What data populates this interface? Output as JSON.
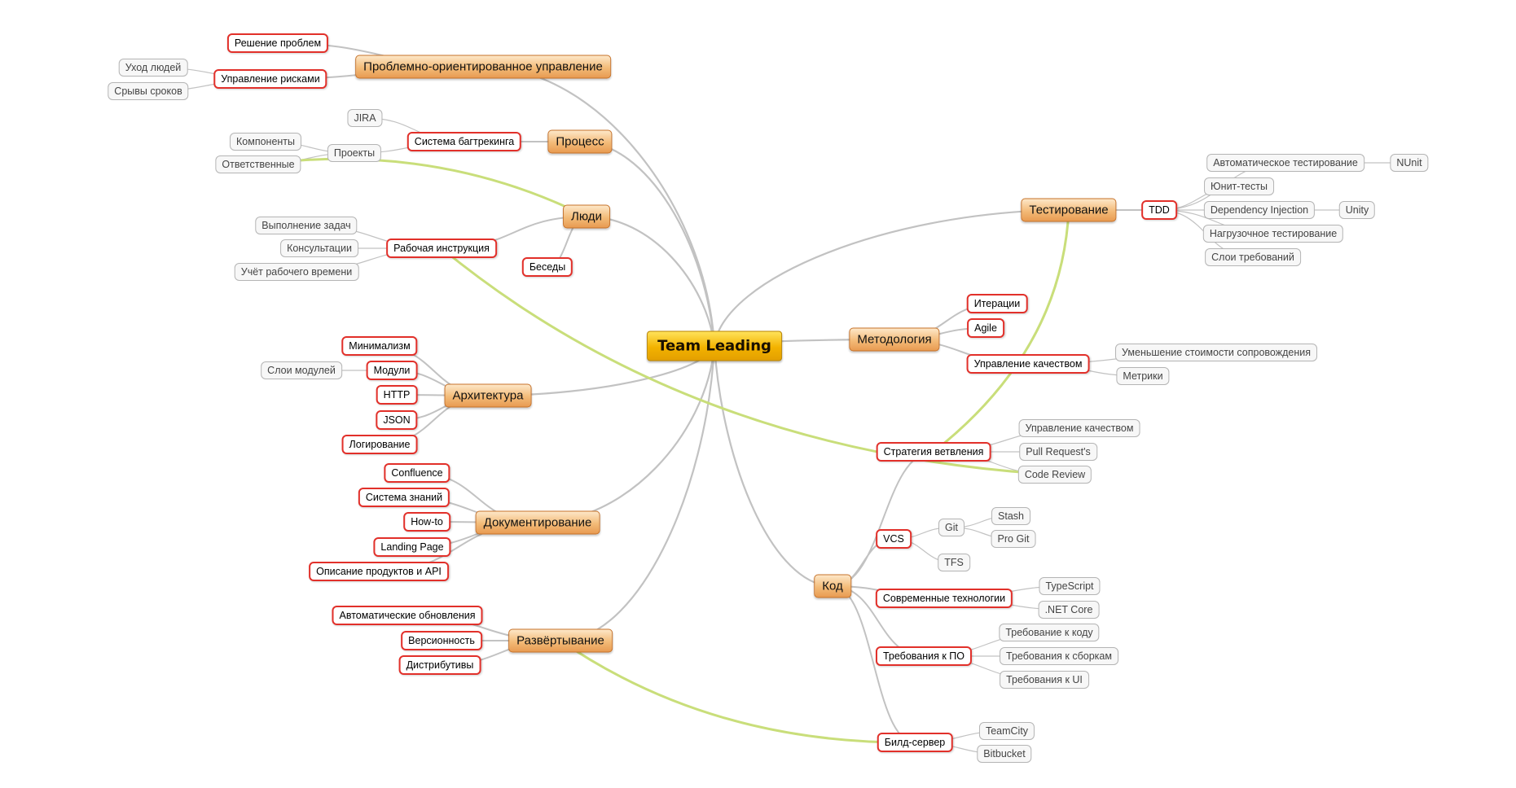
{
  "root": {
    "id": "root",
    "label": "Team Leading"
  },
  "branches": [
    {
      "id": "problem",
      "label": "Проблемно-ориентированное управление",
      "side": "left",
      "children": [
        {
          "id": "problem_solve",
          "label": "Решение проблем",
          "children": []
        },
        {
          "id": "risk",
          "label": "Управление рисками",
          "children": [
            {
              "id": "risk_people",
              "label": "Уход людей"
            },
            {
              "id": "risk_deadlines",
              "label": "Срывы сроков"
            }
          ]
        }
      ]
    },
    {
      "id": "process",
      "label": "Процесс",
      "side": "left",
      "children": [
        {
          "id": "bugtracker",
          "label": "Система багтрекинга",
          "children": [
            {
              "id": "jira",
              "label": "JIRA"
            },
            {
              "id": "projects",
              "label": "Проекты",
              "children": [
                {
                  "id": "components",
                  "label": "Компоненты"
                },
                {
                  "id": "responsible",
                  "label": "Ответственные"
                }
              ]
            }
          ]
        }
      ]
    },
    {
      "id": "people",
      "label": "Люди",
      "side": "left",
      "children": [
        {
          "id": "instruction",
          "label": "Рабочая инструкция",
          "children": [
            {
              "id": "tasks",
              "label": "Выполнение задач"
            },
            {
              "id": "consult",
              "label": "Консультации"
            },
            {
              "id": "timelog",
              "label": "Учёт рабочего времени"
            }
          ]
        },
        {
          "id": "talks",
          "label": "Беседы",
          "children": []
        }
      ]
    },
    {
      "id": "arch",
      "label": "Архитектура",
      "side": "left",
      "children": [
        {
          "id": "minimalism",
          "label": "Минимализм",
          "children": []
        },
        {
          "id": "modules",
          "label": "Модули",
          "children": [
            {
              "id": "module_layers",
              "label": "Слои модулей"
            }
          ]
        },
        {
          "id": "http",
          "label": "HTTP",
          "children": []
        },
        {
          "id": "json",
          "label": "JSON",
          "children": []
        },
        {
          "id": "logging",
          "label": "Логирование",
          "children": []
        }
      ]
    },
    {
      "id": "docs",
      "label": "Документирование",
      "side": "left",
      "children": [
        {
          "id": "confluence",
          "label": "Confluence",
          "children": []
        },
        {
          "id": "knowledge",
          "label": "Система знаний",
          "children": []
        },
        {
          "id": "howto",
          "label": "How-to",
          "children": []
        },
        {
          "id": "landing",
          "label": "Landing Page",
          "children": []
        },
        {
          "id": "api_desc",
          "label": "Описание продуктов и API",
          "children": []
        }
      ]
    },
    {
      "id": "deploy",
      "label": "Развёртывание",
      "side": "left",
      "children": [
        {
          "id": "autoupdate",
          "label": "Автоматические обновления",
          "children": []
        },
        {
          "id": "versioning",
          "label": "Версионность",
          "children": []
        },
        {
          "id": "distrib",
          "label": "Дистрибутивы",
          "children": []
        }
      ]
    },
    {
      "id": "testing",
      "label": "Тестирование",
      "side": "right",
      "children": [
        {
          "id": "tdd",
          "label": "TDD",
          "children": [
            {
              "id": "autotest",
              "label": "Автоматическое тестирование",
              "children": [
                {
                  "id": "nunit",
                  "label": "NUnit"
                }
              ]
            },
            {
              "id": "unittests",
              "label": "Юнит-тесты"
            },
            {
              "id": "di",
              "label": "Dependency Injection",
              "children": [
                {
                  "id": "unity",
                  "label": "Unity"
                }
              ]
            },
            {
              "id": "loadtest",
              "label": "Нагрузочное тестирование"
            },
            {
              "id": "reqlayers",
              "label": "Слои требований"
            }
          ]
        }
      ]
    },
    {
      "id": "method",
      "label": "Методология",
      "side": "right",
      "children": [
        {
          "id": "iterations",
          "label": "Итерации",
          "children": []
        },
        {
          "id": "agile",
          "label": "Agile",
          "children": []
        },
        {
          "id": "quality",
          "label": "Управление качеством",
          "children": [
            {
              "id": "costs",
              "label": "Уменьшение стоимости сопровождения"
            },
            {
              "id": "metrics",
              "label": "Метрики"
            }
          ]
        }
      ]
    },
    {
      "id": "code",
      "label": "Код",
      "side": "right",
      "children": [
        {
          "id": "branching",
          "label": "Стратегия ветвления",
          "children": [
            {
              "id": "br_quality",
              "label": "Управление качеством"
            },
            {
              "id": "pull",
              "label": "Pull Request's"
            },
            {
              "id": "review",
              "label": "Code Review"
            }
          ]
        },
        {
          "id": "vcs",
          "label": "VCS",
          "children": [
            {
              "id": "git",
              "label": "Git",
              "children": [
                {
                  "id": "stash",
                  "label": "Stash"
                },
                {
                  "id": "progit",
                  "label": "Pro Git"
                }
              ]
            },
            {
              "id": "tfs",
              "label": "TFS"
            }
          ]
        },
        {
          "id": "modern",
          "label": "Современные технологии",
          "children": [
            {
              "id": "ts",
              "label": "TypeScript"
            },
            {
              "id": "netcore",
              "label": ".NET Core"
            }
          ]
        },
        {
          "id": "reqs",
          "label": "Требования к ПО",
          "children": [
            {
              "id": "req_code",
              "label": "Требование к коду"
            },
            {
              "id": "req_build",
              "label": "Требования к сборкам"
            },
            {
              "id": "req_ui",
              "label": "Требования к UI"
            }
          ]
        },
        {
          "id": "buildserver",
          "label": "Билд-сервер",
          "children": [
            {
              "id": "teamcity",
              "label": "TeamCity"
            },
            {
              "id": "bitbucket",
              "label": "Bitbucket"
            }
          ]
        }
      ]
    }
  ],
  "relations": [
    {
      "from": "people",
      "to": "responsible"
    },
    {
      "from": "instruction",
      "to": "review"
    },
    {
      "from": "branching",
      "to": "testing",
      "both": true
    },
    {
      "from": "deploy",
      "to": "buildserver"
    }
  ],
  "colors": {
    "connector": "#c2c2c2",
    "relation": "#c9de7a",
    "sub_border": "#e2302a",
    "leaf_border": "#b4b4b4"
  }
}
